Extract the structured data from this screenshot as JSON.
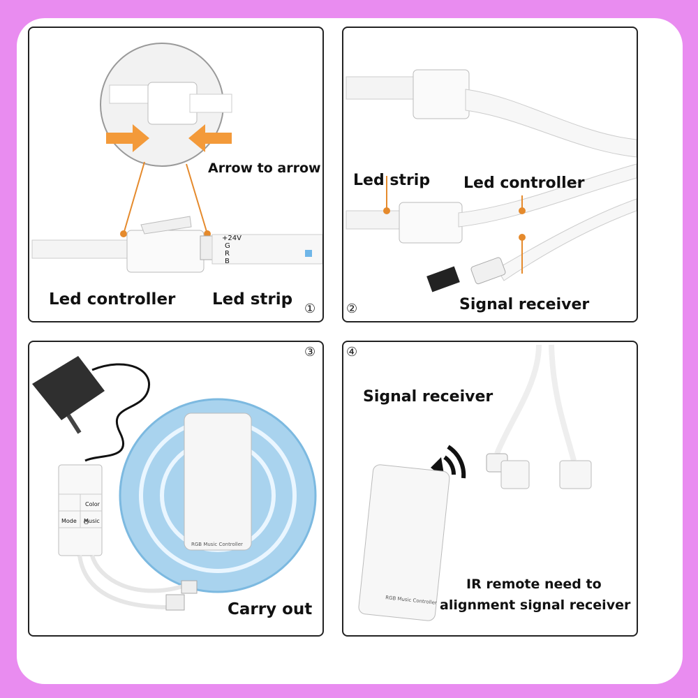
{
  "panel1": {
    "arrow_label": "Arrow to arrow",
    "controller_label": "Led controller",
    "strip_label": "Led strip",
    "pins": [
      "+24V",
      "G",
      "R",
      "B"
    ],
    "number": "①"
  },
  "panel2": {
    "strip_label": "Led strip",
    "controller_label": "Led controller",
    "receiver_label": "Signal receiver",
    "number": "②"
  },
  "panel3": {
    "number": "③",
    "result_label": "Carry out",
    "controller_buttons": [
      "Color",
      "Mode",
      "Music"
    ],
    "remote_caption": "RGB Music Controller"
  },
  "panel4": {
    "number": "④",
    "receiver_label": "Signal receiver",
    "note_line1": "IR remote need to",
    "note_line2": "alignment signal receiver",
    "remote_caption": "RGB Music Controller"
  },
  "colors": {
    "background": "#e98cf0",
    "arrow": "#f39a3a",
    "leader": "#e58a2c"
  }
}
